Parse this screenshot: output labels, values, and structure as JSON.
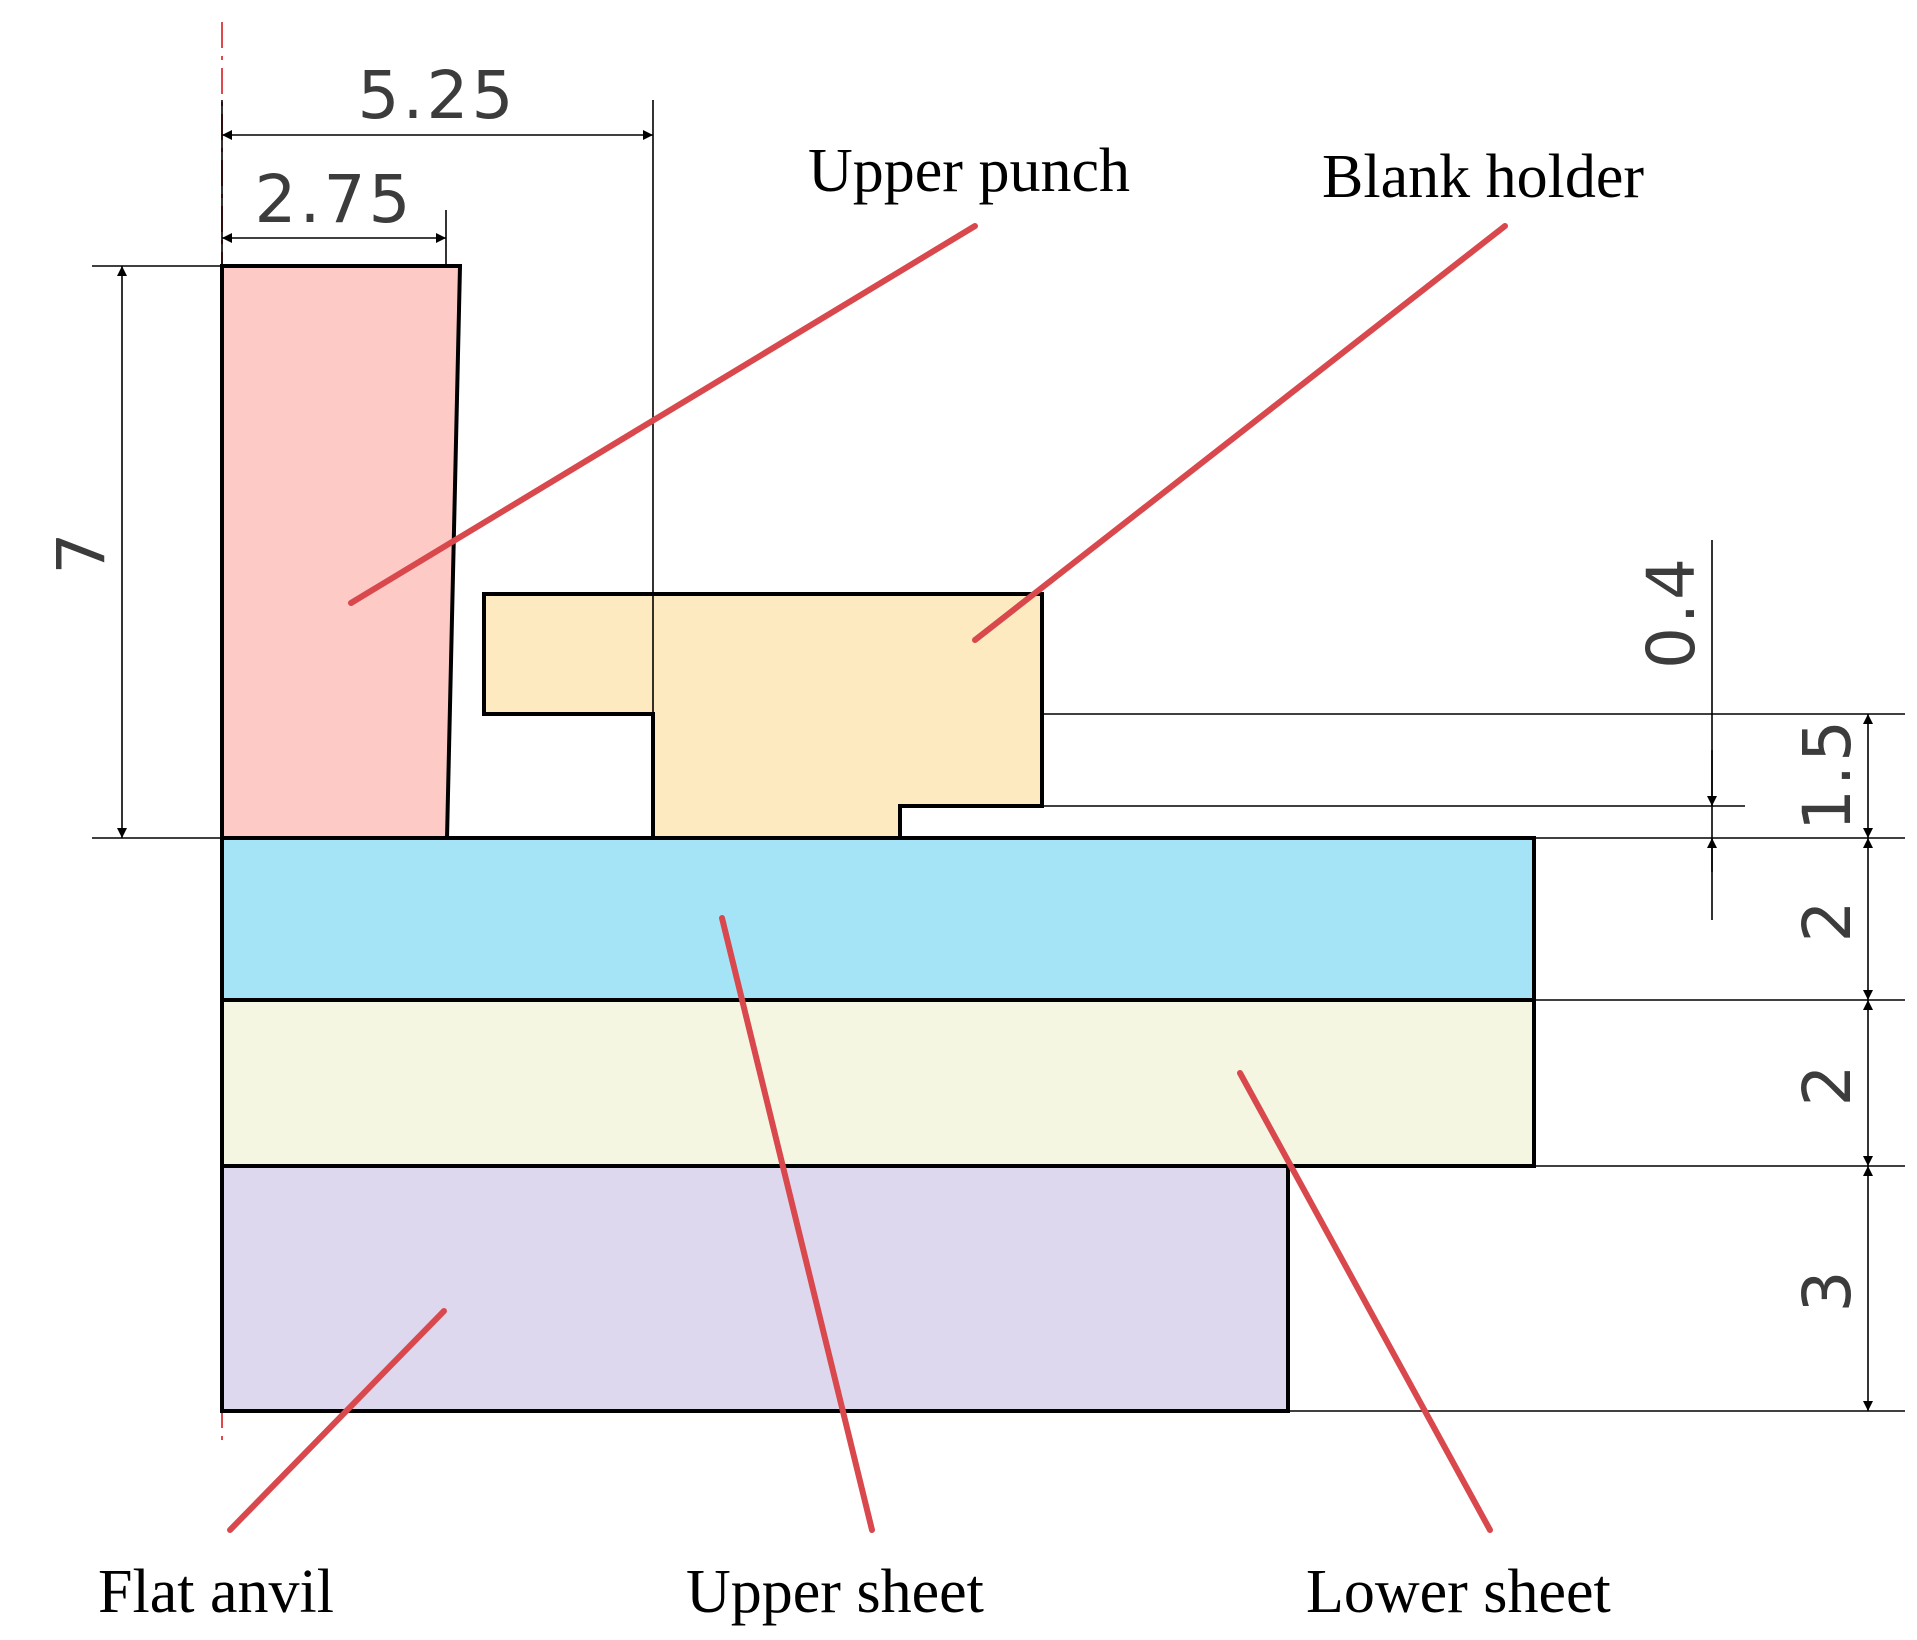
{
  "labels": {
    "upper_punch": "Upper punch",
    "blank_holder": "Blank holder",
    "flat_anvil": "Flat anvil",
    "upper_sheet": "Upper sheet",
    "lower_sheet": "Lower sheet"
  },
  "dimensions": {
    "punch_tip_width": "2.75",
    "holder_inner_radius": "5.25",
    "punch_height": "7",
    "holder_gap": "0.4",
    "holder_step": "1.5",
    "upper_sheet_thickness": "2",
    "lower_sheet_thickness": "2",
    "anvil_thickness": "3"
  },
  "colors": {
    "upper_punch": "#fdcac6",
    "blank_holder": "#feeac0",
    "upper_sheet": "#a5e3f7",
    "lower_sheet": "#f4f6e2",
    "flat_anvil": "#ded8ee",
    "leader": "#d9484c"
  }
}
